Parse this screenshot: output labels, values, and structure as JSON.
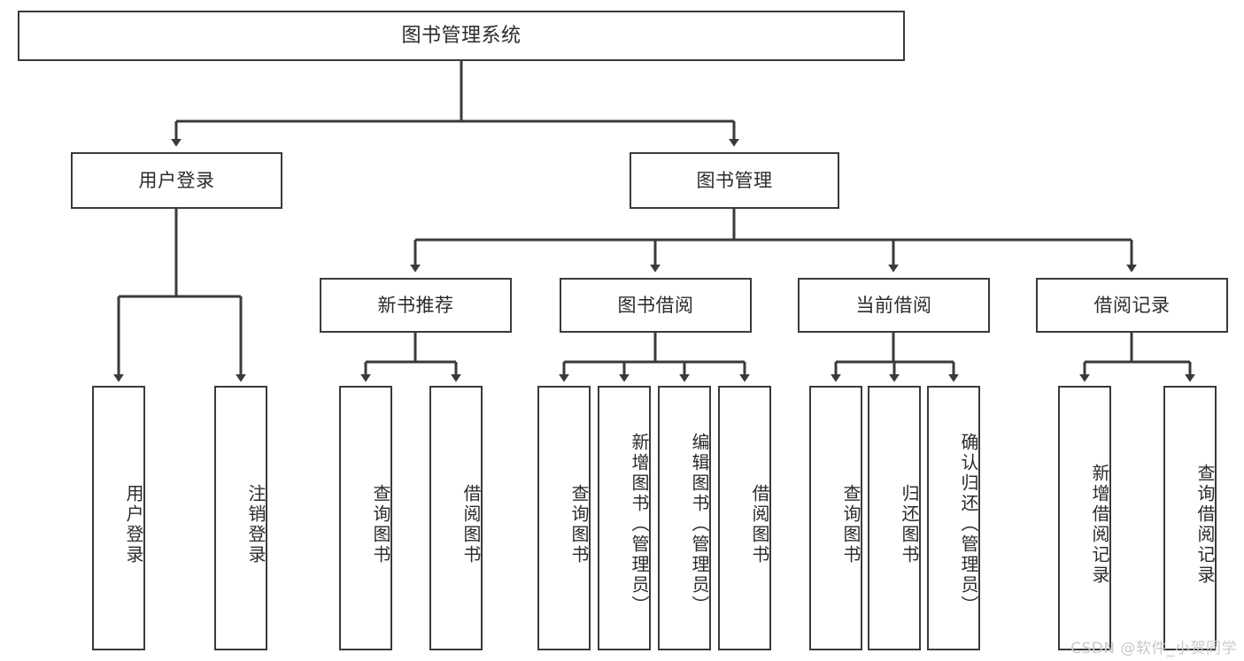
{
  "diagram": {
    "title": "图书管理系统",
    "type": "tree",
    "root": {
      "label": "图书管理系统"
    },
    "level1": [
      {
        "id": "user-login",
        "label": "用户登录"
      },
      {
        "id": "book-management",
        "label": "图书管理"
      }
    ],
    "level2": [
      {
        "id": "new-book-recommend",
        "label": "新书推荐",
        "parent": "book-management"
      },
      {
        "id": "book-borrow",
        "label": "图书借阅",
        "parent": "book-management"
      },
      {
        "id": "current-borrow",
        "label": "当前借阅",
        "parent": "book-management"
      },
      {
        "id": "borrow-record",
        "label": "借阅记录",
        "parent": "book-management"
      }
    ],
    "leaves": [
      {
        "id": "leaf-user-login",
        "label": "用户登录",
        "parent": "user-login"
      },
      {
        "id": "leaf-logout",
        "label": "注销登录",
        "parent": "user-login"
      },
      {
        "id": "leaf-query-book-1",
        "label": "查询图书",
        "parent": "new-book-recommend"
      },
      {
        "id": "leaf-borrow-book-1",
        "label": "借阅图书",
        "parent": "new-book-recommend"
      },
      {
        "id": "leaf-query-book-2",
        "label": "查询图书",
        "parent": "book-borrow"
      },
      {
        "id": "leaf-add-book",
        "label": "新增图书（管理员）",
        "parent": "book-borrow"
      },
      {
        "id": "leaf-edit-book",
        "label": "编辑图书（管理员）",
        "parent": "book-borrow"
      },
      {
        "id": "leaf-borrow-book-2",
        "label": "借阅图书",
        "parent": "book-borrow"
      },
      {
        "id": "leaf-query-book-3",
        "label": "查询图书",
        "parent": "current-borrow"
      },
      {
        "id": "leaf-return-book",
        "label": "归还图书",
        "parent": "current-borrow"
      },
      {
        "id": "leaf-confirm-return",
        "label": "确认归还（管理员）",
        "parent": "current-borrow"
      },
      {
        "id": "leaf-add-record",
        "label": "新增借阅记录",
        "parent": "borrow-record"
      },
      {
        "id": "leaf-query-record",
        "label": "查询借阅记录",
        "parent": "borrow-record"
      }
    ],
    "colors": {
      "stroke": "#3a3a3a",
      "text": "#2b2b2b",
      "background": "#ffffff",
      "watermark": "#c9c9c9"
    }
  },
  "watermark": {
    "text": "CSDN @软件_小贺同学"
  }
}
